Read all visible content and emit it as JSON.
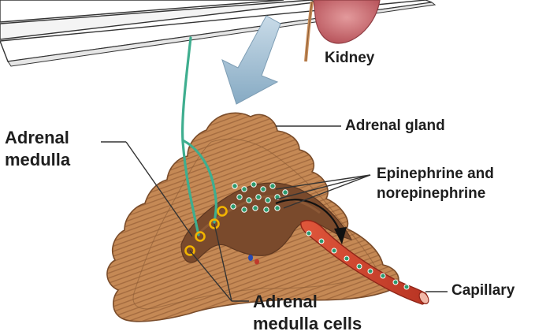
{
  "labels": {
    "kidney": "Kidney",
    "adrenal_gland": "Adrenal gland",
    "hormones_line1": "Epinephrine and",
    "hormones_line2": "norepinephrine",
    "capillary": "Capillary",
    "adrenal_medulla_line1": "Adrenal",
    "adrenal_medulla_line2": "medulla",
    "medulla_cells_line1": "Adrenal",
    "medulla_cells_line2": "medulla cells"
  },
  "colors": {
    "cortex": "#c98e5a",
    "cortex_dark": "#8a5a33",
    "medulla": "#7a4a2c",
    "nerve": "#3fae8f",
    "capillary": "#d0442c",
    "hormone_dot": "#2d9a6e",
    "cell_ring": "#f2b400",
    "arrow": "#8fb3cc",
    "kidney": "#c9636a"
  }
}
